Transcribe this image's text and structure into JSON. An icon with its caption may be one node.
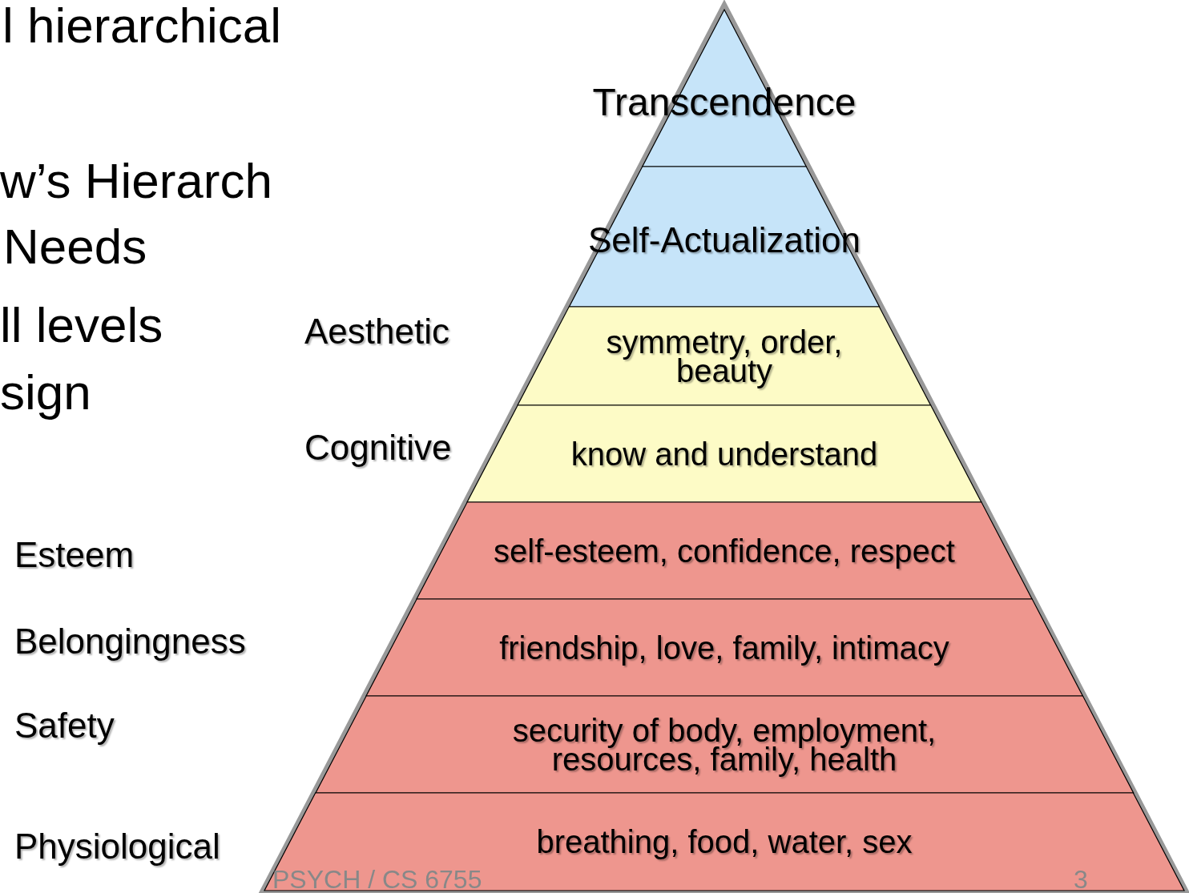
{
  "diagram": {
    "nodes": [
      {
        "text": [
          "Transcendence"
        ]
      },
      {
        "text": [
          "Self-Actualization"
        ]
      },
      {
        "text": [
          "symmetry, order, beauty"
        ],
        "beside": [
          "Aesthetic"
        ]
      },
      {
        "text": [
          "know and understand"
        ],
        "beside": [
          "Cognitive"
        ]
      },
      {
        "text": [
          "self-esteem, confidence, respect"
        ]
      },
      {
        "text": [
          "friendship, love, family, intimacy"
        ]
      },
      {
        "text": [
          "security of body, employment, resources, family, health"
        ]
      },
      {
        "text": [
          "breathing, food, water, sex"
        ]
      }
    ],
    "labels": [
      "l hierarchical",
      "w’s Hierarch",
      "Needs",
      "ll levels",
      "sign",
      "Esteem",
      "Belongingness",
      "Safety",
      "Physiological",
      "PSYCH / CS 6755",
      "3"
    ]
  }
}
